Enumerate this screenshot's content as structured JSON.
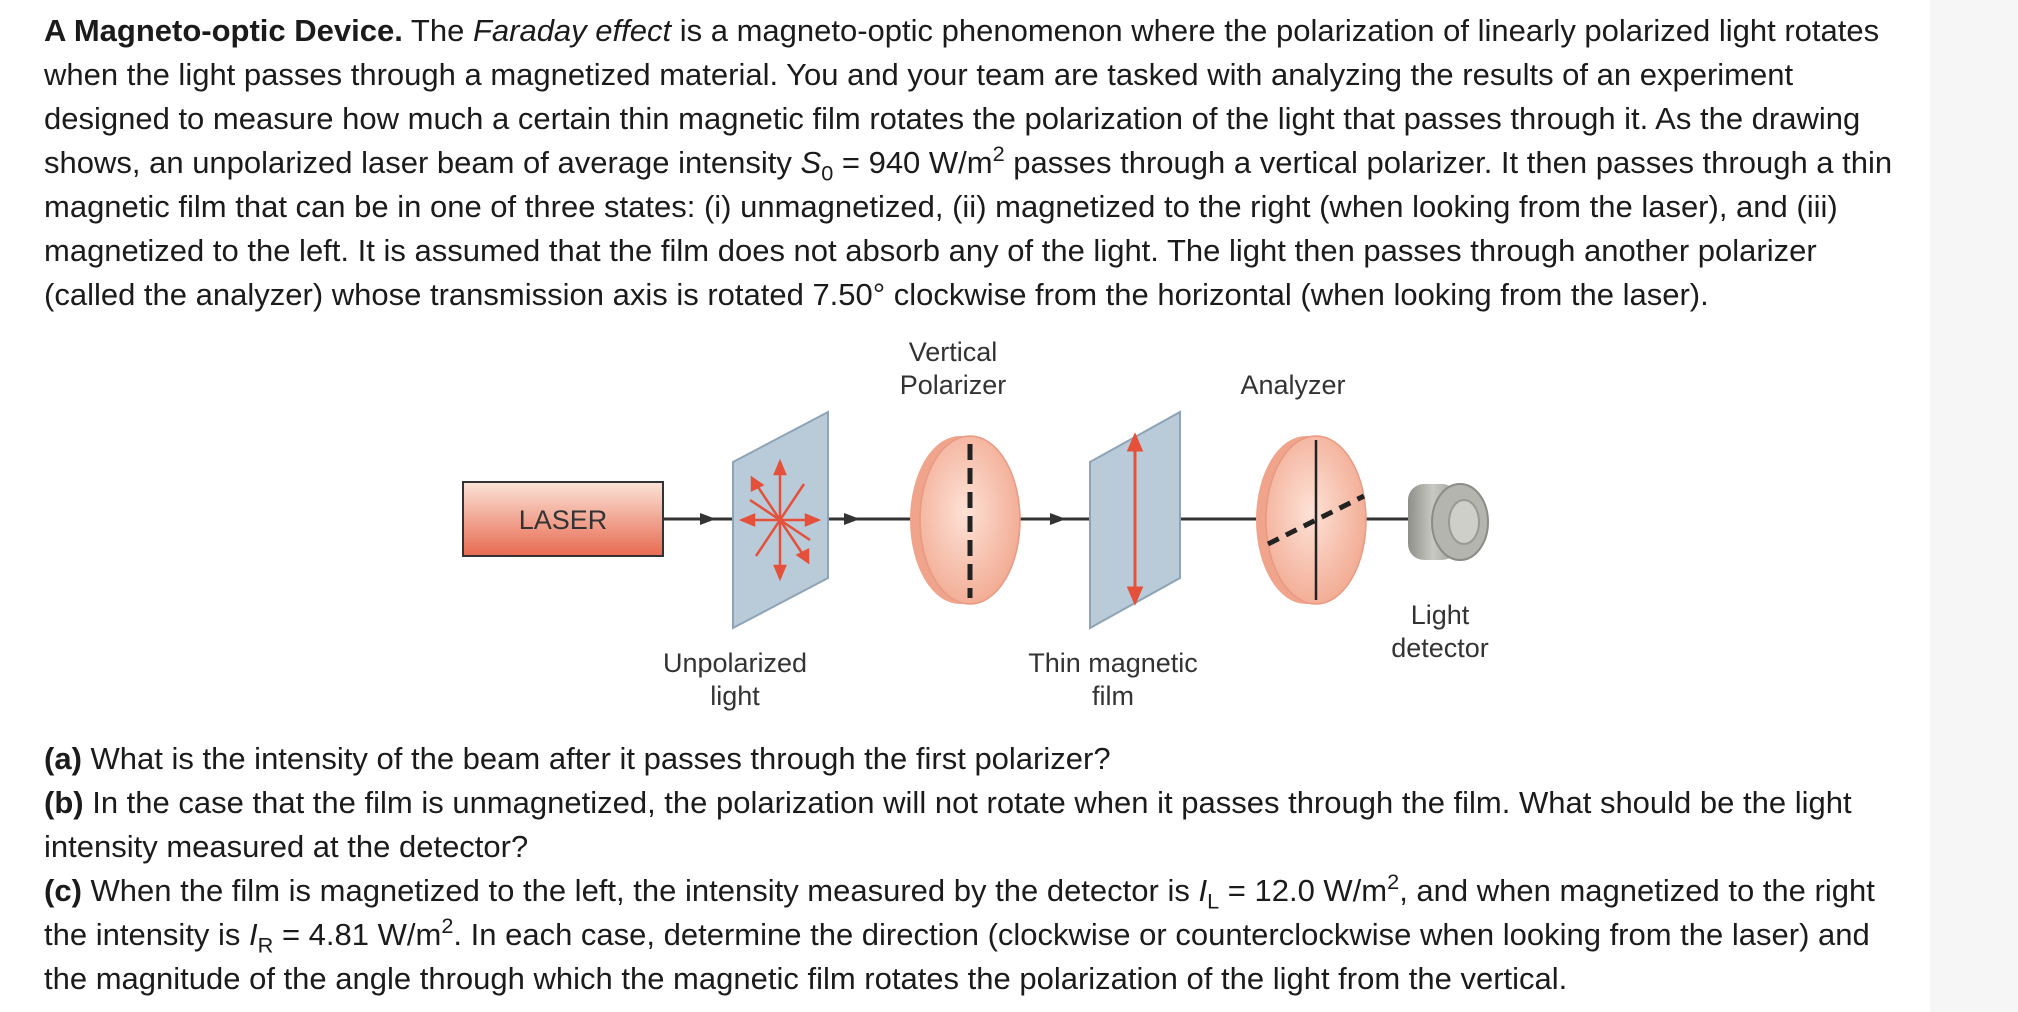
{
  "problem": {
    "title": "A Magneto-optic Device.",
    "intro": {
      "t1": " The ",
      "faraday": "Faraday effect",
      "t2": " is a magneto-optic phenomenon where the polarization of linearly polarized light rotates when the light passes through a magnetized material. You and your team are tasked with analyzing the results of an experiment designed to measure how much a certain thin magnetic film rotates the polarization of the light that passes through it. As the drawing shows, an unpolarized laser beam of average intensity ",
      "s_symbol": "S",
      "s_sub": "0",
      "t3": " = 940 W/m",
      "exp2": "2",
      "t4": " passes through a vertical polarizer. It then passes through a thin magnetic film that can be in one of three states: (i) unmagnetized, (ii) magnetized to the right (when looking from the laser), and (iii) magnetized to the left. It is assumed that the film does not absorb any of the light. The light then passes through another polarizer (called the analyzer) whose transmission axis is rotated 7.50° clockwise from the horizontal (when looking from the laser)."
    },
    "parts": {
      "a_label": "(a)",
      "a_text": " What is the intensity of the beam after it passes through the first polarizer?",
      "b_label": "(b)",
      "b_text": " In the case that the film is unmagnetized, the polarization will not rotate when it passes through the film. What should be the light intensity measured at the detector?",
      "c_label": "(c)",
      "c_t1": " When the film is magnetized to the left, the intensity measured by the detector is ",
      "c_IL_sym": "I",
      "c_IL_sub": "L",
      "c_t2": " = 12.0 W/m",
      "c_exp1": "2",
      "c_t3": ", and when magnetized to the right the intensity is ",
      "c_IR_sym": "I",
      "c_IR_sub": "R",
      "c_t4": " = 4.81 W/m",
      "c_exp2": "2",
      "c_t5": ". In each case, determine the direction (clockwise or counterclockwise when looking from the laser) and the magnitude of the angle through which the magnetic film rotates the polarization of the light from the vertical."
    }
  },
  "figure": {
    "labels": {
      "laser": "LASER",
      "vertical_polarizer_line1": "Vertical",
      "vertical_polarizer_line2": "Polarizer",
      "analyzer": "Analyzer",
      "unpolarized_line1": "Unpolarized",
      "unpolarized_line2": "light",
      "film_line1": "Thin magnetic",
      "film_line2": "film",
      "detector_line1": "Light",
      "detector_line2": "detector"
    },
    "colors": {
      "laser_fill": "#ea7a62",
      "panel_fill": "#b9cbd9",
      "disk_fill": "#f5b9a4",
      "arrow_red": "#e4503a",
      "detector_fill": "#a9a9a3"
    }
  }
}
